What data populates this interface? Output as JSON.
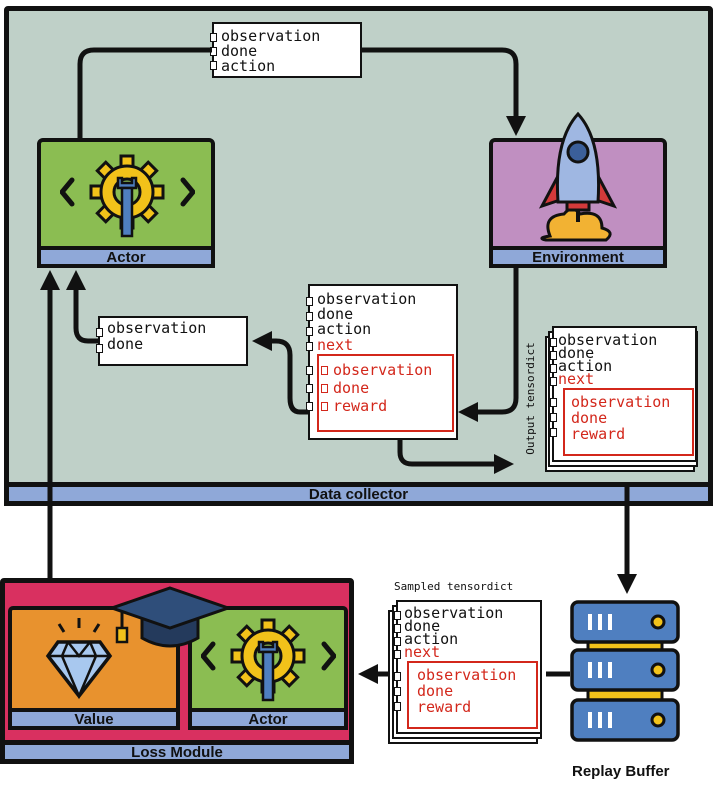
{
  "collector": {
    "label": "Data collector"
  },
  "actor": {
    "label": "Actor"
  },
  "environment": {
    "label": "Environment"
  },
  "loss": {
    "label": "Loss Module",
    "value_label": "Value",
    "actor_label": "Actor"
  },
  "replay": {
    "label": "Replay Buffer"
  },
  "td_top": {
    "lines": [
      "observation",
      "done",
      "action"
    ]
  },
  "td_left": {
    "lines": [
      "observation",
      "done"
    ]
  },
  "td_mid": {
    "lines": [
      "observation",
      "done",
      "action",
      "next"
    ],
    "next_lines": [
      "observation",
      "done",
      "reward"
    ]
  },
  "td_output": {
    "caption": "Output tensordict",
    "lines": [
      "observation",
      "done",
      "action",
      "next"
    ],
    "next_lines": [
      "observation",
      "done",
      "reward"
    ]
  },
  "td_sampled": {
    "caption": "Sampled tensordict",
    "lines": [
      "observation",
      "done",
      "action",
      "next"
    ],
    "next_lines": [
      "observation",
      "done",
      "reward"
    ]
  },
  "colors": {
    "collector_bg": "#bfd0c8",
    "actor_green": "#8bbd52",
    "env_purple": "#c08fc1",
    "bar_blue": "#8fa8d8",
    "loss_red": "#d93060",
    "value_orange": "#e8922e",
    "next_red": "#d3271b"
  },
  "icons": [
    "gear-wrench-icon",
    "rocket-icon",
    "diamond-icon",
    "graduation-cap-icon",
    "server-icon"
  ]
}
